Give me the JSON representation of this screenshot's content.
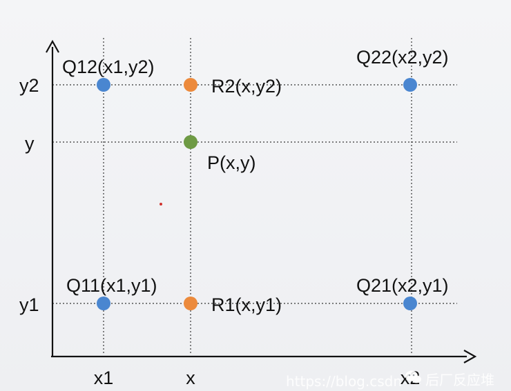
{
  "diagram": {
    "axis_ticks": {
      "x": [
        "x1",
        "x",
        "x2"
      ],
      "y": [
        "y2",
        "y",
        "y1"
      ]
    },
    "points": [
      {
        "id": "q12",
        "label": "Q12(x1,y2)",
        "color": "#4a86d0"
      },
      {
        "id": "r2",
        "label": "R2(x,y2)",
        "color": "#ec8a3c"
      },
      {
        "id": "q22",
        "label": "Q22(x2,y2)",
        "color": "#4a86d0"
      },
      {
        "id": "p",
        "label": "P(x,y)",
        "color": "#6e9a44"
      },
      {
        "id": "q11",
        "label": "Q11(x1,y1)",
        "color": "#4a86d0"
      },
      {
        "id": "r1",
        "label": "R1(x,y1)",
        "color": "#ec8a3c"
      },
      {
        "id": "q21",
        "label": "Q21(x2,y1)",
        "color": "#4a86d0"
      }
    ],
    "colors": {
      "axis": "#111111",
      "gridline": "#333333",
      "blue": "#4a86d0",
      "orange": "#ec8a3c",
      "green": "#6e9a44"
    }
  },
  "watermark": {
    "url_text": "https://blog.csdn",
    "brand_text": "后厂反应堆",
    "icon": "wechat-icon"
  }
}
